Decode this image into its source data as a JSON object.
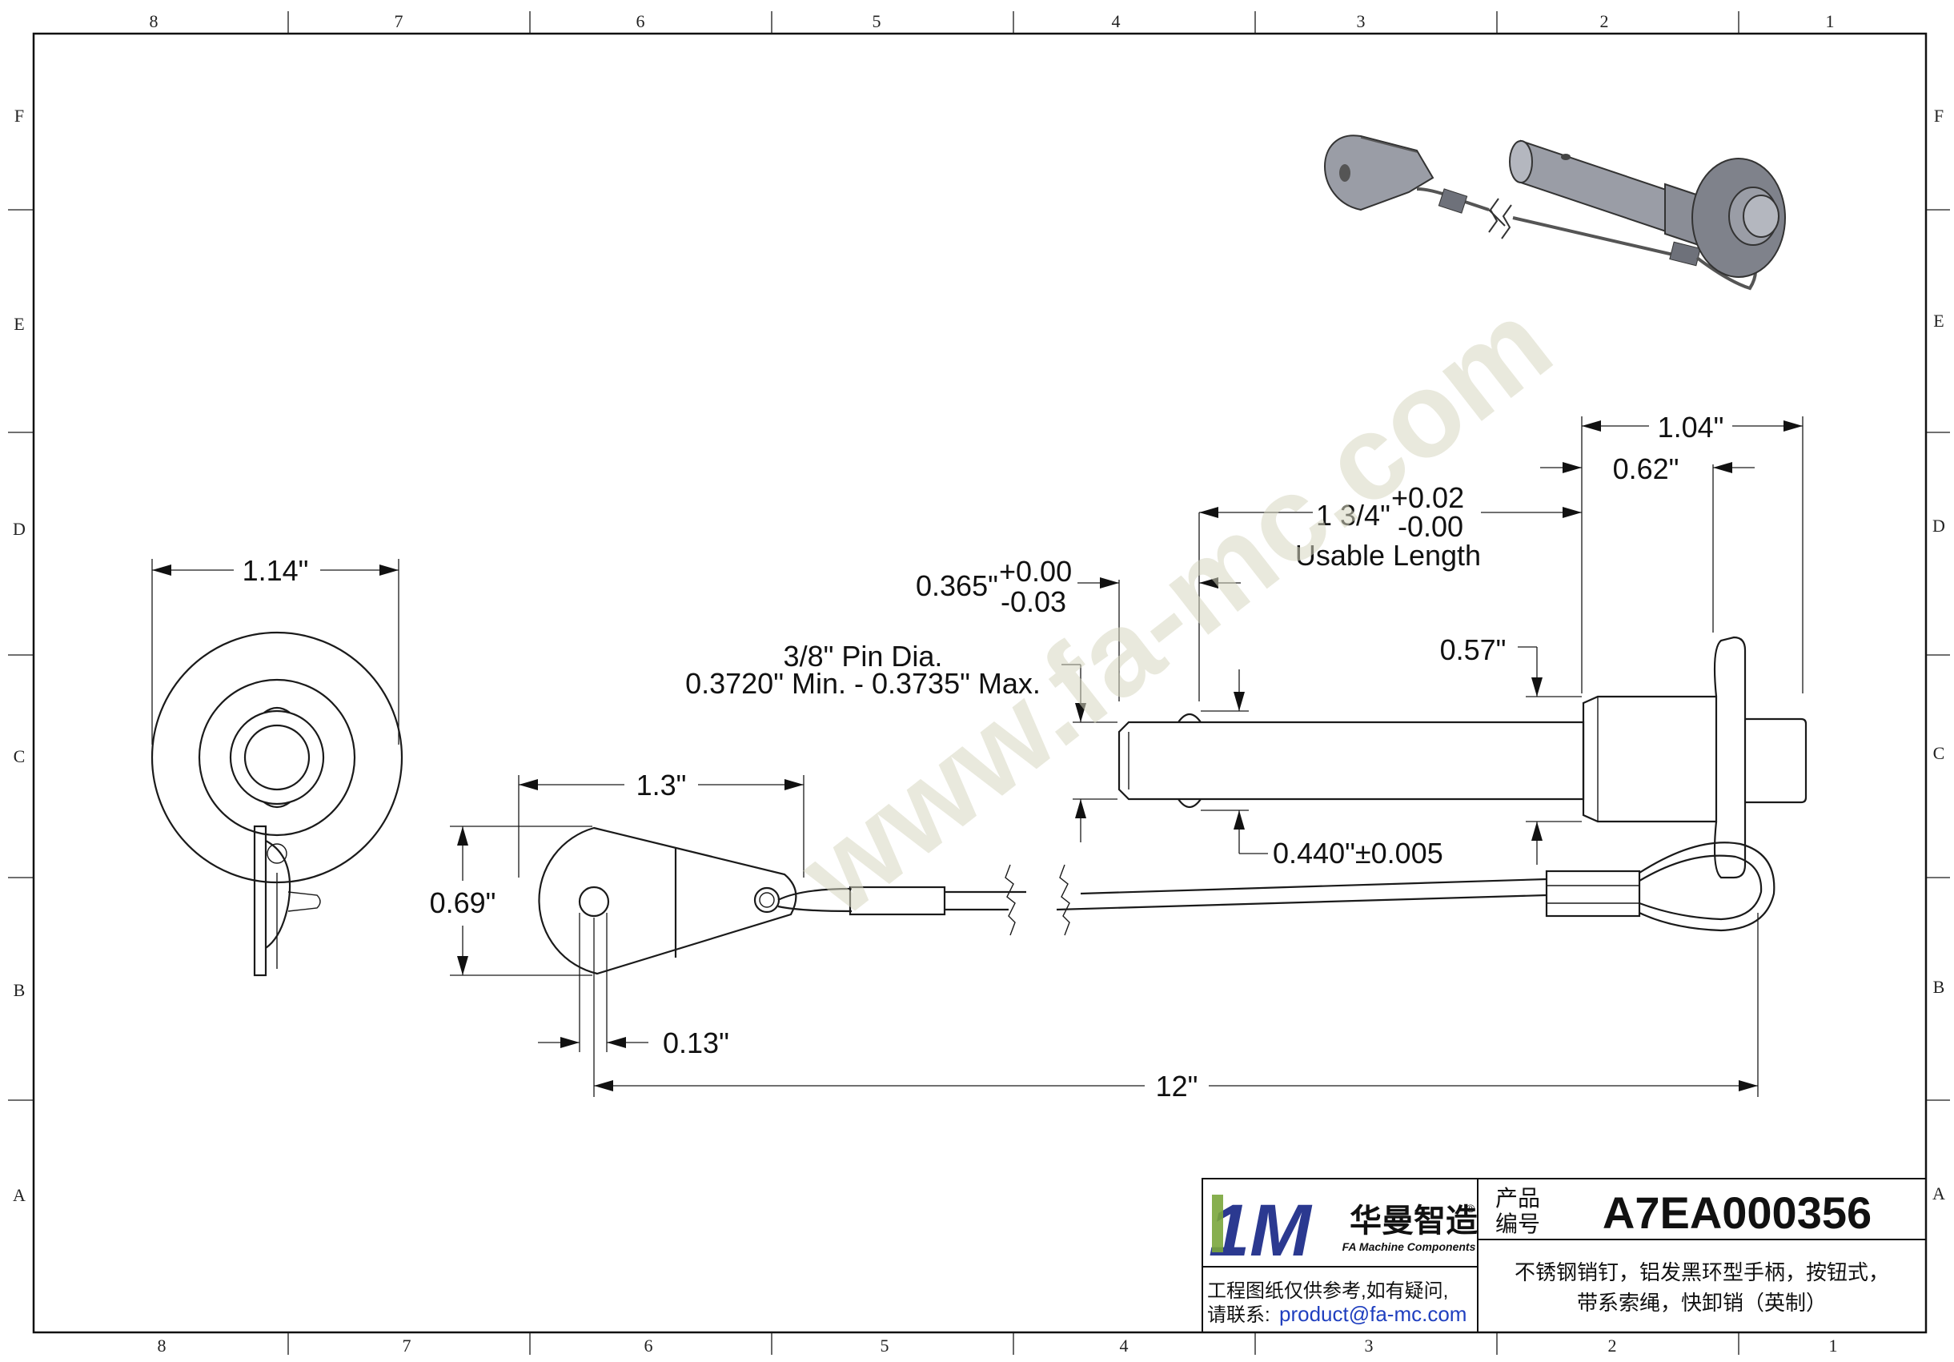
{
  "border": {
    "columns_top": [
      "8",
      "7",
      "6",
      "5",
      "4",
      "3",
      "2",
      "1"
    ],
    "columns_bottom": [
      "8",
      "7",
      "6",
      "5",
      "4",
      "3",
      "2",
      "1"
    ],
    "rows": [
      "F",
      "E",
      "D",
      "C",
      "B",
      "A"
    ]
  },
  "watermark": "www.fa-mc.com",
  "dimensions": {
    "front_width": "1.14\"",
    "handle_length": "1.3\"",
    "handle_height": "0.69\"",
    "hole_offset": "0.13\"",
    "cable_length": "12\"",
    "pin_dia_line1": "3/8\" Pin Dia.",
    "pin_dia_line2": "0.3720\" Min. - 0.3735\" Max.",
    "tip_length": "0.365\"",
    "tip_tol_plus": "+0.00",
    "tip_tol_minus": "-0.03",
    "usable_length": "1 3/4\"",
    "usable_tol_plus": "+0.02",
    "usable_tol_minus": "-0.00",
    "usable_caption": "Usable Length",
    "head_length": "1.04\"",
    "collar_length": "0.62\"",
    "collar_dia": "0.57\"",
    "ball_dia": "0.440\"±0.005"
  },
  "title_block": {
    "logo_mark": "1M",
    "logo_name": "华曼智造",
    "logo_registered": "®",
    "logo_sub": "FA Machine Components",
    "product_label_1": "产品",
    "product_label_2": "编号",
    "part_number": "A7EA000356",
    "note_line1": "工程图纸仅供参考,如有疑问,",
    "note_line2_prefix": "请联系:",
    "contact_email": "product@fa-mc.com",
    "description_line1": "不锈钢销钉，铝发黑环型手柄，按钮式，",
    "description_line2": "带系索绳，快卸销（英制）"
  },
  "colors": {
    "line": "#1a1a1a",
    "logo_green": "#7aa63c",
    "logo_blue": "#2b3990",
    "email_blue": "#1f3fbf",
    "pin_render": "#8e919c",
    "watermark": "#d8d8c2"
  }
}
